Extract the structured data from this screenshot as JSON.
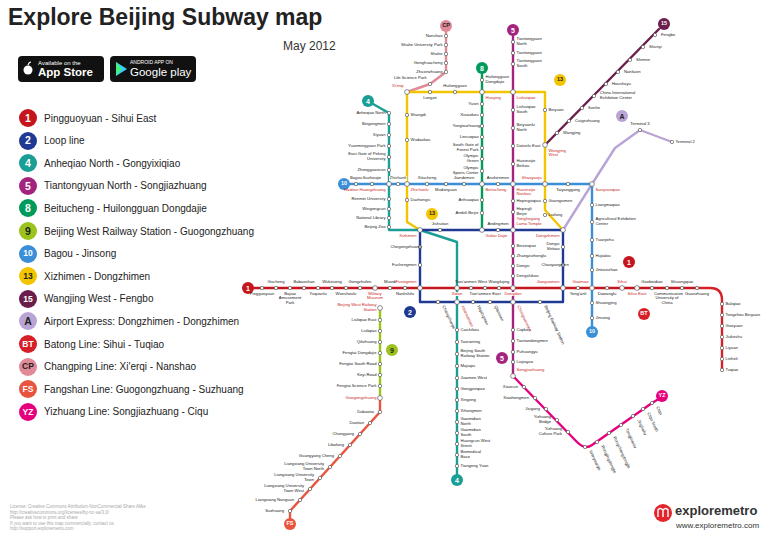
{
  "diagram": {
    "title": "Explore Beijing Subway map",
    "nodes": [
      {
        "text": [
          "1"
        ]
      },
      {
        "text": [
          "2"
        ]
      },
      {
        "text": [
          "4"
        ]
      },
      {
        "text": [
          "5"
        ]
      },
      {
        "text": [
          "8"
        ]
      },
      {
        "text": [
          "9"
        ]
      },
      {
        "text": [
          "10"
        ]
      },
      {
        "text": [
          "13"
        ]
      },
      {
        "text": [
          "15"
        ]
      },
      {
        "text": [
          "A"
        ]
      },
      {
        "text": [
          "BT"
        ]
      },
      {
        "text": [
          "CP"
        ]
      },
      {
        "text": [
          "FS"
        ]
      },
      {
        "text": [
          "YZ"
        ]
      },
      {
        "text": [
          "15"
        ]
      },
      {
        "text": [
          "CP"
        ]
      },
      {
        "text": [
          "5"
        ]
      },
      {
        "text": [
          "8"
        ]
      },
      {
        "text": [
          "4"
        ]
      },
      {
        "text": [
          "A"
        ]
      },
      {
        "text": [
          "13"
        ]
      },
      {
        "text": [
          "10"
        ]
      },
      {
        "text": [
          "13"
        ]
      },
      {
        "text": [
          "1"
        ]
      },
      {
        "text": [
          "2"
        ]
      },
      {
        "text": [
          "1"
        ]
      },
      {
        "text": [
          "BT"
        ]
      },
      {
        "text": [
          "10"
        ]
      },
      {
        "text": [
          "9"
        ]
      },
      {
        "text": [
          "5"
        ]
      },
      {
        "text": [
          "YZ"
        ]
      },
      {
        "text": [
          "4"
        ]
      },
      {
        "text": [
          "FS"
        ]
      }
    ],
    "labels": [
      "May 2012",
      "Available on the",
      "App Store",
      "ANDROID APP ON",
      "Google play",
      "License: Creative Commons Attribution-NonCommercial-Share Alike",
      "http://creativecommons.org/licenses/by-nc-sa/3.0/",
      "Please ask how to print and share",
      "If you want to use this map commercially, contact us",
      "http://support.exploremetro.com",
      "exploremetro",
      "www.exploremetro.com",
      "Pingguoyuan",
      "Gucheng",
      "Bajiao Amusement Park",
      "Babaoshan",
      "Yuquanlu",
      "Wukesong",
      "Wanshoulu",
      "Gongzhufen",
      "Military Museum",
      "Muxidi",
      "Nanlishilu",
      "Fuxingmen",
      "Xidan",
      "Tian'anmen West",
      "Tian'anmen East",
      "Wangfujing",
      "Dongdan",
      "Jianguomen",
      "Yong'anli",
      "Guomao",
      "Dawanglu",
      "Sihui",
      "Sihui East",
      "Gaobeidian",
      "Communication University of China",
      "Shuangqiao",
      "Guanzhuang",
      "Baliqiao",
      "Tongzhou Beiyuan",
      "Guoyuan",
      "Jiukeshu",
      "Liyuan",
      "Linheli",
      "Tuqiao",
      "Xizhimen",
      "Jishuitan",
      "Gulou Dajie",
      "Andingmen",
      "Yonghegong Lama Temple",
      "Dongzhimen",
      "Dongsi Shitiao",
      "Chaoyangmen",
      "Beijing Railway Station",
      "Chongwenmen",
      "Qianmen",
      "Hepingmen",
      "Xuanwumen",
      "Changchunjie",
      "Fuchengmen",
      "Chegongzhuang",
      "Anheqiao North",
      "Beigongmen",
      "Xiyuan",
      "Yuanmingyuan Park",
      "East Gate of Peking University",
      "Zhongguancun",
      "Haidian Huangzhuang",
      "Renmin University",
      "Weigongcun",
      "National Library",
      "Beijing Zoo",
      "Bagou",
      "Suzhoujie",
      "Zhichunli",
      "Zhichunlu",
      "Xitucheng",
      "Mudanyuan",
      "Jiandemen",
      "Beitucheng",
      "Anzhenmen",
      "Huixinxijie Nankou",
      "Shaoyaoju",
      "Taiyanggong",
      "Sanyuanqiao",
      "Liangmaqiao",
      "Agricultural Exhibition Center",
      "Tuanjiehu",
      "Hujialou",
      "Jintaixizhao",
      "Shuangjing",
      "Jinsong",
      "Xi'erqi",
      "Shangdi",
      "Wudaokou",
      "Dazhongsi",
      "Longze",
      "Huilongguan",
      "Huoying",
      "Lishuiqiao",
      "Beiyuan",
      "Wangjing West",
      "Guangximen",
      "Liufang",
      "Huilongguan Dongdajie",
      "Yuxin",
      "Xixiaokou",
      "Yongtaizhuang",
      "Lincuiqiao",
      "South Gate of Forest Park",
      "Olympic Green",
      "Olympic Sports Center",
      "Anhuaqiao",
      "Andeli Beijie",
      "Tiantongyuan North",
      "Tiantongyuan",
      "Tiantongyuan South",
      "Lishuiqiao South",
      "Beiyuanlu North",
      "Datunlu East",
      "Huixinxijie Beikou",
      "Hepingxiqiao",
      "Hepingli Beijie",
      "Beixinqiao",
      "Zhangzizhonglu",
      "Dongsi",
      "Dengshikou",
      "Ciqikou",
      "Tiantandongmen",
      "Puhuangyu",
      "Liujiayao",
      "Songjiazhuang",
      "Caishikou",
      "Taoranting",
      "Beijing South Railway Station",
      "Majiapu",
      "Jiaomen West",
      "Gongyixiqiao",
      "Xingong",
      "Xihongmen",
      "Gaomidian North",
      "Gaomidian South",
      "Huangcun West Street",
      "Biomedical Base",
      "Tiangong Yuan",
      "Beijing West Railway Station",
      "Liuliqiao East",
      "Liuliqiao",
      "Qilizhuang",
      "Fengtai Dongdajie",
      "Fengtai South Road",
      "Keyi Road",
      "Fengtai Science Park",
      "Guogongzhuang",
      "Dabaotai",
      "Daotian",
      "Changyang",
      "Libafang",
      "Guangyang Cheng",
      "Liangxiang University Town North",
      "Liangxiang University Town",
      "Liangxiang University Town West",
      "Liangxiang Nanguan",
      "Suzhuang",
      "Terminal 3",
      "Terminal 2",
      "Wangjing",
      "Cuigezhuang",
      "Sunhe",
      "China International Exhibition Center",
      "Houshayu",
      "Nanfaxin",
      "Shimen",
      "Shunyi",
      "Fengbo",
      "Nanshao",
      "Shahe University Park",
      "Shahe",
      "Gonghuacheng",
      "Zhuxinzhuang",
      "Life Science Park",
      "Xiaocun",
      "Xiaohongmen",
      "Jiugong",
      "Yizhuang Bridge",
      "Yizhuang Culture Park",
      "Wanyuanjie",
      "Rongjingdongjie",
      "Rongchangdongjie",
      "Tongjinanlu",
      "Jinghailu",
      "Ciqu South",
      "Ciqu"
    ],
    "legend": [
      {
        "text": "Pingguoyuan - Sihui East",
        "color": "#c4161c"
      },
      {
        "text": "Loop line",
        "color": "#1f3a93"
      },
      {
        "text": "Anheqiao North - Gongyixiqiao",
        "color": "#1a9e96"
      },
      {
        "text": "Tiantongyuan North - Songjiazhuang",
        "color": "#a3237f"
      },
      {
        "text": "Beitucheng - Huilongguan Dongdajie",
        "color": "#009a5b"
      },
      {
        "text": "Beijing West Railway Station - Guogongzhuang",
        "color": "#9bc31c"
      },
      {
        "text": "Bagou - Jinsong",
        "color": "#3a8fd8"
      },
      {
        "text": "Xizhimen - Dongzhimen",
        "color": "#f2c500"
      },
      {
        "text": "Wangjing West - Fengbo",
        "color": "#6b1e4b"
      },
      {
        "text": "Airport Express: Dongzhimen - Dongzhimen",
        "color": "#b9a4d6"
      },
      {
        "text": "Batong Line: Sihui - Tuqiao",
        "color": "#d62027"
      },
      {
        "text": "Changping Line: Xi'erqi - Nanshao",
        "color": "#e08a97"
      },
      {
        "text": "Fangshan Line: Guogongzhuang - Suzhuang",
        "color": "#e8543e"
      },
      {
        "text": "Yizhuang Line: Songjiazhuang - Ciqu",
        "color": "#e6007e"
      }
    ]
  }
}
